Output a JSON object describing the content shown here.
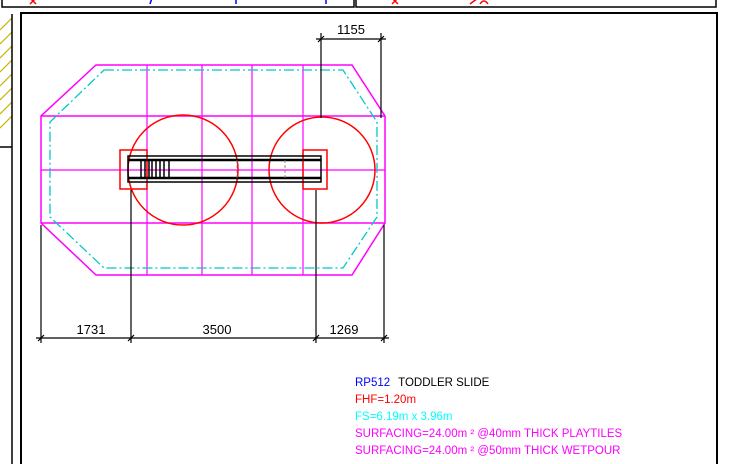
{
  "colors": {
    "background": "#ffffff",
    "frame": "#000000",
    "fall_zone": "#ff00ff",
    "circles": "#ff0000",
    "dashed_zone": "#00c8c8",
    "text_blue": "#0000ff",
    "text_red": "#ff0000",
    "text_cyan": "#00ffff",
    "text_magenta": "#ff00ff"
  },
  "dimensions": {
    "top": "1155",
    "left": "1731",
    "middle": "3500",
    "right": "1269"
  },
  "notes": {
    "code": "RP512",
    "name": "TODDLER SLIDE",
    "fhf": "FHF=1.20m",
    "fs": "FS=6.19m x 3.96m",
    "surfacing_tiles": "SURFACING=24.00m ² @40mm THICK PLAYTILES",
    "surfacing_wetpour": "SURFACING=24.00m ² @50mm THICK WETPOUR"
  }
}
